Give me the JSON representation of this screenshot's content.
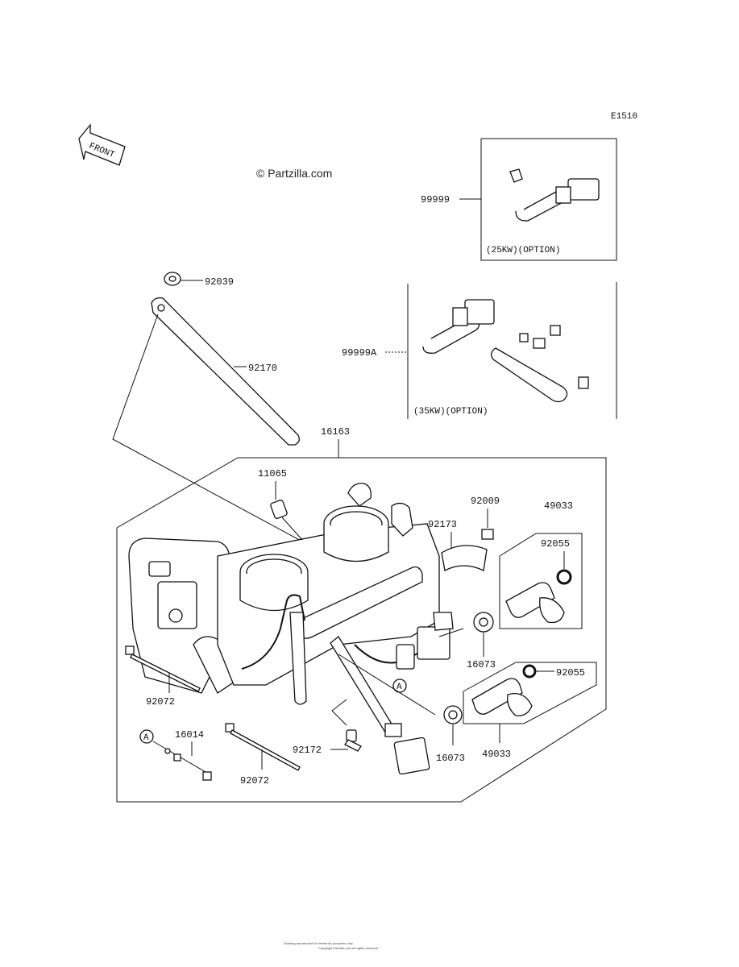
{
  "diagram_code": "E1510",
  "watermark": "© Partzilla.com",
  "front_arrow_label": "FRONT",
  "callout_A": "A",
  "options": {
    "kw25": "(25KW)(OPTION)",
    "kw35": "(35KW)(OPTION)"
  },
  "parts": {
    "p99999": "99999",
    "p99999A": "99999A",
    "p92039": "92039",
    "p92170": "92170",
    "p16163": "16163",
    "p11065": "11065",
    "p92009": "92009",
    "p49033_top": "49033",
    "p92173": "92173",
    "p92055_top": "92055",
    "p16073_top": "16073",
    "p92055_bot": "92055",
    "p92072_left": "92072",
    "p16014": "16014",
    "p92072_bot": "92072",
    "p92172": "92172",
    "p16073_bot": "16073",
    "p49033_bot": "49033"
  },
  "footer_line1": "Drawing reproduced for reference purposes only",
  "footer_line2": "Copyright Partzilla.com All rights reserved"
}
